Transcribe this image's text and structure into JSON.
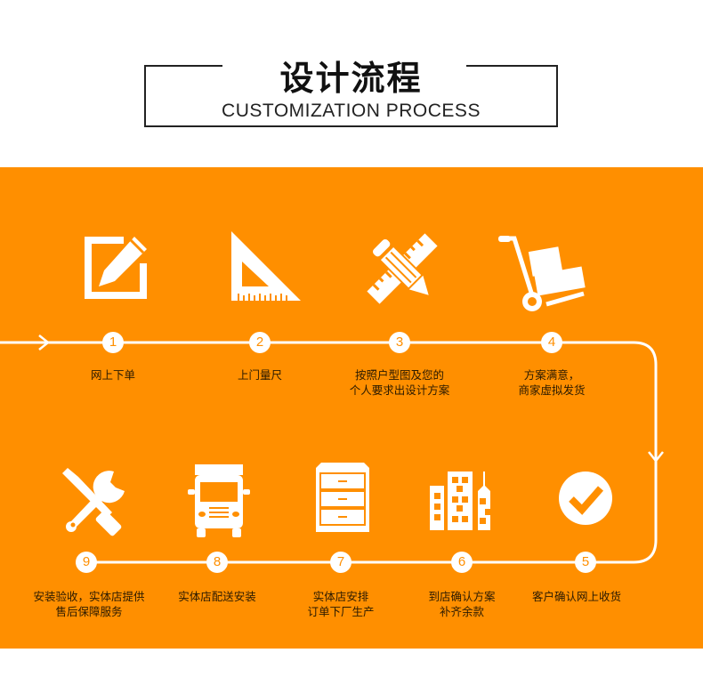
{
  "header": {
    "title_cn": "设计流程",
    "title_en": "CUSTOMIZATION PROCESS"
  },
  "colors": {
    "band": "#ff8f00",
    "line": "#ffffff",
    "text_dark": "#2a1a00"
  },
  "steps": [
    {
      "number": "1",
      "icon": "edit-pencil-icon",
      "label_line1": "网上下单",
      "label_line2": ""
    },
    {
      "number": "2",
      "icon": "set-square-ruler-icon",
      "label_line1": "上门量尺",
      "label_line2": ""
    },
    {
      "number": "3",
      "icon": "pencil-ruler-icon",
      "label_line1": "按照户型图及您的",
      "label_line2": "个人要求出设计方案"
    },
    {
      "number": "4",
      "icon": "hand-truck-icon",
      "label_line1": "方案满意，",
      "label_line2": "商家虚拟发货"
    },
    {
      "number": "5",
      "icon": "check-circle-icon",
      "label_line1": "客户确认网上收货",
      "label_line2": ""
    },
    {
      "number": "6",
      "icon": "buildings-icon",
      "label_line1": "到店确认方案",
      "label_line2": "补齐余款"
    },
    {
      "number": "7",
      "icon": "cabinet-icon",
      "label_line1": "实体店安排",
      "label_line2": "订单下厂生产"
    },
    {
      "number": "8",
      "icon": "truck-icon",
      "label_line1": "实体店配送安装",
      "label_line2": ""
    },
    {
      "number": "9",
      "icon": "tools-icon",
      "label_line1": "安装验收，实体店提供",
      "label_line2": "售后保障服务"
    }
  ]
}
